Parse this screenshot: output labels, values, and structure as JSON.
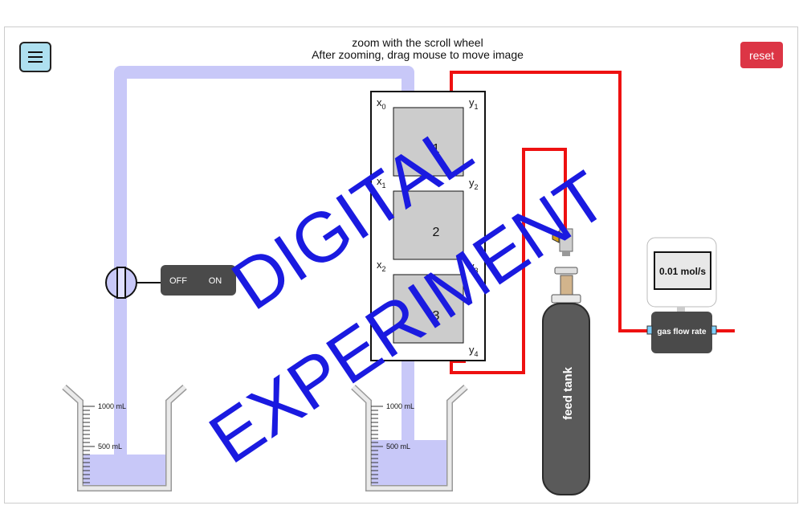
{
  "header": {
    "instruction_line1": "zoom with the scroll wheel",
    "instruction_line2": "After zooming, drag mouse to move image",
    "reset_label": "reset",
    "menu_icon": "hamburger-menu-icon"
  },
  "switch": {
    "off_label": "OFF",
    "on_label": "ON"
  },
  "column": {
    "stages": [
      "1",
      "2",
      "3"
    ],
    "x_labels": [
      {
        "base": "x",
        "sub": "0"
      },
      {
        "base": "x",
        "sub": "1"
      },
      {
        "base": "x",
        "sub": "2"
      }
    ],
    "y_labels": [
      {
        "base": "y",
        "sub": "1"
      },
      {
        "base": "y",
        "sub": "2"
      },
      {
        "base": "y",
        "sub": "3"
      },
      {
        "base": "y",
        "sub": "4"
      }
    ]
  },
  "beakers": {
    "left": {
      "mark_high": "1000 mL",
      "mark_mid": "500 mL"
    },
    "right": {
      "mark_high": "1000 mL",
      "mark_mid": "500 mL"
    }
  },
  "flow_meter": {
    "reading": "0.01 mol/s",
    "label": "gas flow rate"
  },
  "tank": {
    "label": "feed tank"
  },
  "watermark": {
    "line1": "DIGITAL",
    "line2": "EXPERIMENT"
  },
  "colors": {
    "liquid": "#c8c8f8",
    "gas_line": "#ee1111",
    "reset": "#dc3545",
    "menu": "#aee0f0",
    "watermark": "#1a1ae0"
  }
}
